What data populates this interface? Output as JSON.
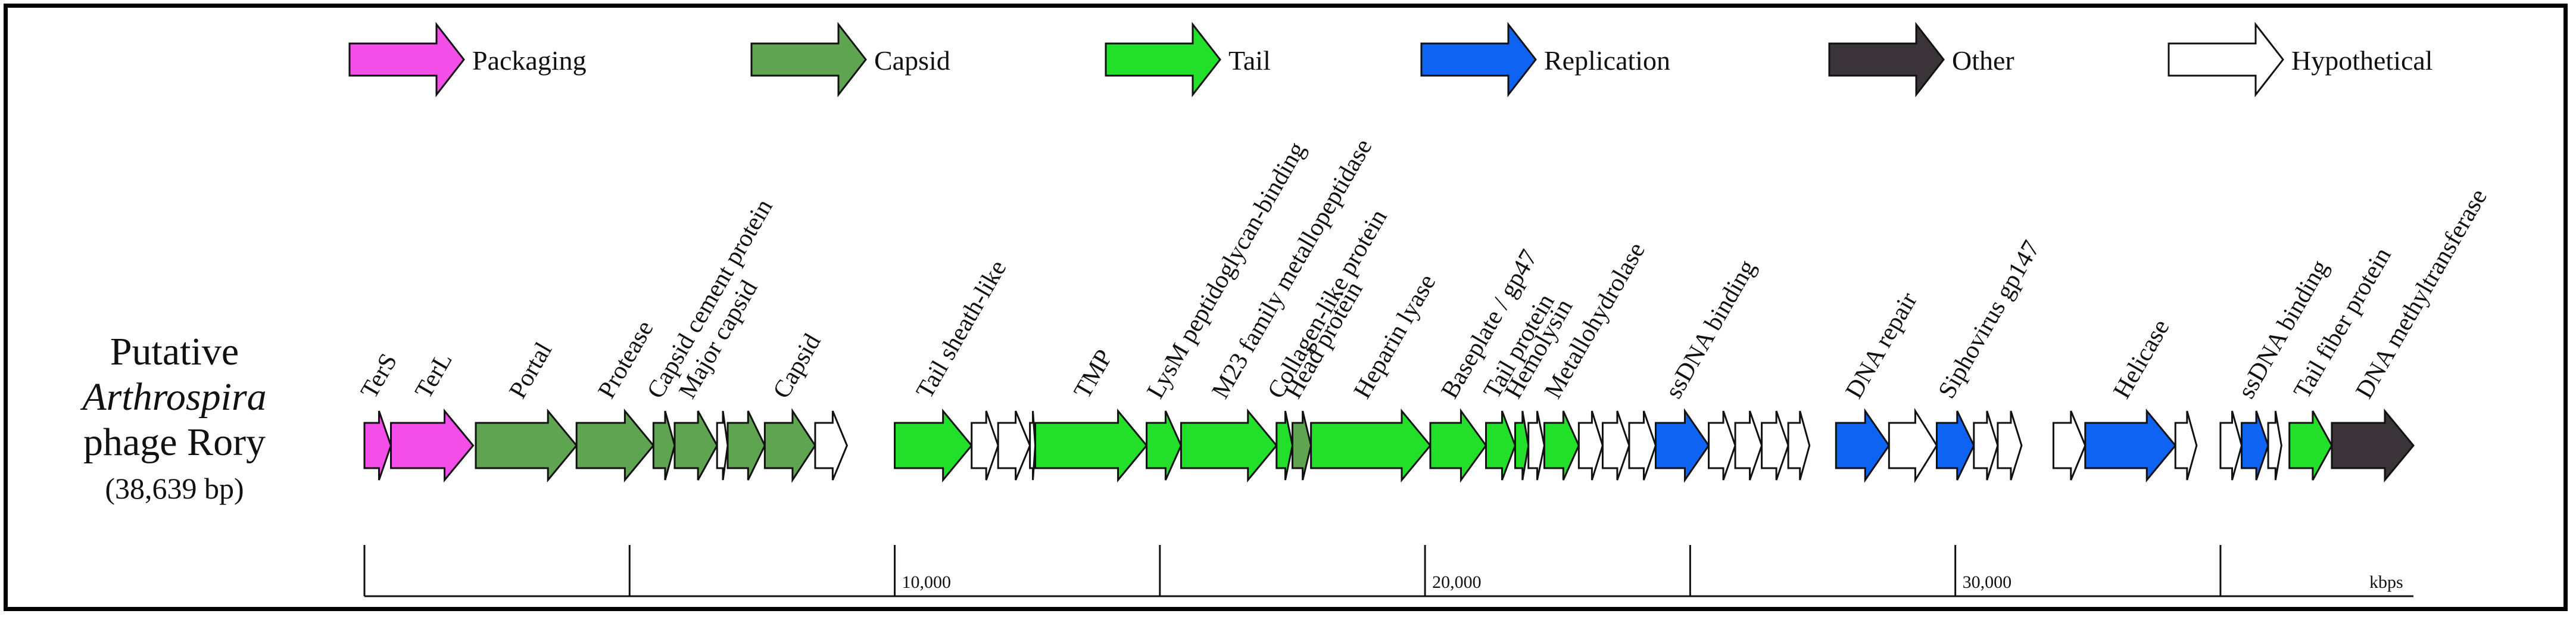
{
  "legend": [
    {
      "label": "Packaging",
      "color": "#f34ee8"
    },
    {
      "label": "Capsid",
      "color": "#5fa450"
    },
    {
      "label": "Tail",
      "color": "#22e02a"
    },
    {
      "label": "Replication",
      "color": "#0f63f2"
    },
    {
      "label": "Other",
      "color": "#3a3438"
    },
    {
      "label": "Hypothetical",
      "color": "#ffffff"
    }
  ],
  "title": {
    "line1": "Putative",
    "line2": "Arthrospira",
    "line3": "phage Rory",
    "size": "(38,639 bp)"
  },
  "genome_length_bp": 38639,
  "axis": {
    "tick_labels": [
      "10,000",
      "20,000",
      "30,000"
    ],
    "unit_label": "kbps"
  },
  "genes": [
    {
      "start": 0,
      "end": 500,
      "category": "Packaging",
      "label": "TerS"
    },
    {
      "start": 500,
      "end": 2050,
      "category": "Packaging",
      "label": "TerL"
    },
    {
      "start": 2100,
      "end": 4000,
      "category": "Capsid",
      "label": "Portal"
    },
    {
      "start": 4000,
      "end": 5450,
      "category": "Capsid",
      "label": "Protease"
    },
    {
      "start": 5450,
      "end": 5850,
      "category": "Capsid",
      "label": "Capsid cement protein"
    },
    {
      "start": 5850,
      "end": 6650,
      "category": "Capsid",
      "label": "Major capsid"
    },
    {
      "start": 6650,
      "end": 6850,
      "category": "Hypothetical",
      "label": ""
    },
    {
      "start": 6850,
      "end": 7550,
      "category": "Capsid",
      "label": ""
    },
    {
      "start": 7550,
      "end": 8500,
      "category": "Capsid",
      "label": "Capsid"
    },
    {
      "start": 8500,
      "end": 9100,
      "category": "Hypothetical",
      "label": ""
    },
    {
      "start": 10000,
      "end": 11450,
      "category": "Tail",
      "label": "Tail sheath-like"
    },
    {
      "start": 11450,
      "end": 11950,
      "category": "Hypothetical",
      "label": ""
    },
    {
      "start": 11950,
      "end": 12550,
      "category": "Hypothetical",
      "label": ""
    },
    {
      "start": 12550,
      "end": 12650,
      "category": "Hypothetical",
      "label": ""
    },
    {
      "start": 12650,
      "end": 14750,
      "category": "Tail",
      "label": "TMP"
    },
    {
      "start": 14750,
      "end": 15400,
      "category": "Tail",
      "label": "LysM peptidoglycan-binding"
    },
    {
      "start": 15400,
      "end": 17200,
      "category": "Tail",
      "label": "M23 family metallopeptidase"
    },
    {
      "start": 17200,
      "end": 17500,
      "category": "Tail",
      "label": "Collagen-like protein"
    },
    {
      "start": 17500,
      "end": 17850,
      "category": "Capsid",
      "label": "Head protein"
    },
    {
      "start": 17850,
      "end": 20100,
      "category": "Tail",
      "label": "Heparin lyase"
    },
    {
      "start": 20100,
      "end": 21150,
      "category": "Tail",
      "label": "Baseplate / gp47"
    },
    {
      "start": 21150,
      "end": 21700,
      "category": "Tail",
      "label": "Tail protein"
    },
    {
      "start": 21700,
      "end": 21950,
      "category": "Tail",
      "label": "Hemolysin"
    },
    {
      "start": 21950,
      "end": 22250,
      "category": "Hypothetical",
      "label": ""
    },
    {
      "start": 22250,
      "end": 22900,
      "category": "Tail",
      "label": "Metallohydrolase"
    },
    {
      "start": 22900,
      "end": 23350,
      "category": "Hypothetical",
      "label": ""
    },
    {
      "start": 23350,
      "end": 23850,
      "category": "Hypothetical",
      "label": ""
    },
    {
      "start": 23850,
      "end": 24350,
      "category": "Hypothetical",
      "label": ""
    },
    {
      "start": 24350,
      "end": 25350,
      "category": "Replication",
      "label": "ssDNA binding"
    },
    {
      "start": 25350,
      "end": 25850,
      "category": "Hypothetical",
      "label": ""
    },
    {
      "start": 25850,
      "end": 26350,
      "category": "Hypothetical",
      "label": ""
    },
    {
      "start": 26350,
      "end": 26850,
      "category": "Hypothetical",
      "label": ""
    },
    {
      "start": 26850,
      "end": 27250,
      "category": "Hypothetical",
      "label": ""
    },
    {
      "start": 27750,
      "end": 28750,
      "category": "Replication",
      "label": "DNA repair"
    },
    {
      "start": 28750,
      "end": 29650,
      "category": "Hypothetical",
      "label": ""
    },
    {
      "start": 29650,
      "end": 30350,
      "category": "Replication",
      "label": "Siphovirus gp147"
    },
    {
      "start": 30350,
      "end": 30800,
      "category": "Hypothetical",
      "label": ""
    },
    {
      "start": 30800,
      "end": 31250,
      "category": "Hypothetical",
      "label": ""
    },
    {
      "start": 31850,
      "end": 32450,
      "category": "Hypothetical",
      "label": ""
    },
    {
      "start": 32450,
      "end": 34150,
      "category": "Replication",
      "label": "Helicase"
    },
    {
      "start": 34150,
      "end": 34550,
      "category": "Hypothetical",
      "label": ""
    },
    {
      "start": 35000,
      "end": 35400,
      "category": "Hypothetical",
      "label": ""
    },
    {
      "start": 35400,
      "end": 35900,
      "category": "Replication",
      "label": "ssDNA binding"
    },
    {
      "start": 35900,
      "end": 36150,
      "category": "Hypothetical",
      "label": ""
    },
    {
      "start": 36300,
      "end": 37100,
      "category": "Tail",
      "label": "Tail fiber protein"
    },
    {
      "start": 37100,
      "end": 38639,
      "category": "Other",
      "label": "DNA methyltransferase"
    }
  ]
}
